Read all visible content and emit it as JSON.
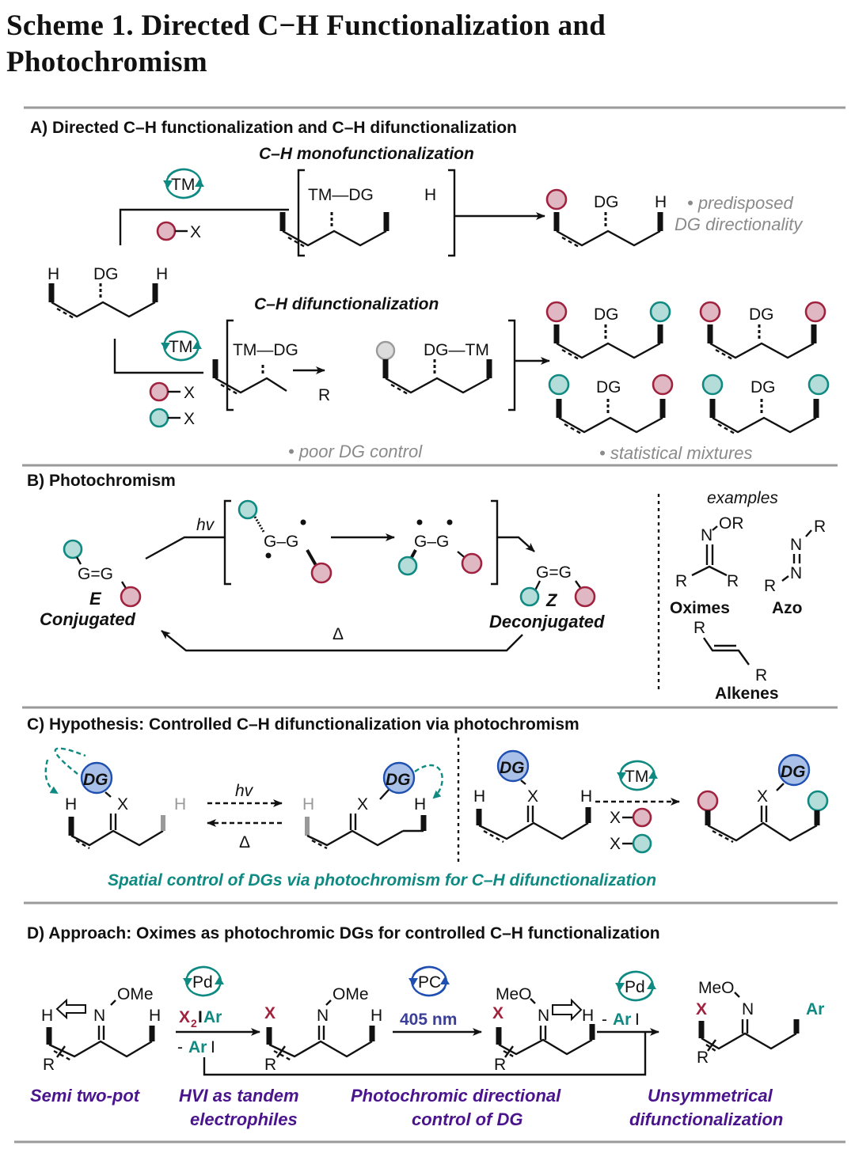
{
  "title": {
    "line1": "Scheme 1. Directed C−H Functionalization and",
    "line2": "Photochromism"
  },
  "colors": {
    "pink_group": "#dfb8c3",
    "pink_border": "#a0223f",
    "teal_group": "#b4dcd8",
    "teal_border": "#0f8a82",
    "dg_fill": "#a9c0e8",
    "dg_border": "#1f4fb0",
    "purple_text": "#4a148c",
    "grey_note": "#8a8a8a",
    "rule": "#9a9a9a"
  },
  "panelA": {
    "header": "A) Directed C–H functionalization and C–H difunctionalization",
    "mono_title": "C–H monofunctionalization",
    "di_title": "C–H difunctionalization",
    "catalyst": "TM",
    "reagent_x": "X",
    "tm_dg": "TM—DG",
    "dg_tm": "DG—TM",
    "dg": "DG",
    "h": "H",
    "r": "R",
    "note_mono_1": "• predisposed",
    "note_mono_2": "DG directionality",
    "note_poor": "• poor DG control",
    "note_stat": "• statistical mixtures"
  },
  "panelB": {
    "header": "B) Photochromism",
    "hv": "hv",
    "gg_double": "G=G",
    "gg_single": "G–G",
    "e_label": "E",
    "e_desc": "Conjugated",
    "z_label": "Z",
    "z_desc": "Deconjugated",
    "delta": "Δ",
    "examples_title": "examples",
    "oxime_or": "OR",
    "n": "N",
    "r": "R",
    "oximes": "Oximes",
    "azo": "Azo",
    "alkenes": "Alkenes"
  },
  "panelC": {
    "header": "C) Hypothesis: Controlled C–H difunctionalization via photochromism",
    "dg": "DG",
    "x": "X",
    "h": "H",
    "hv": "hv",
    "delta": "Δ",
    "catalyst": "TM",
    "caption": "Spatial control of DGs via photochromism for C–H difunctionalization"
  },
  "panelD": {
    "header": "D) Approach: Oximes as photochromic DGs for controlled C–H functionalization",
    "ome": "OMe",
    "meo": "MeO",
    "n": "N",
    "h": "H",
    "r": "R",
    "x": "X",
    "ar": "Ar",
    "cat_pd": "Pd",
    "cat_pc": "PC",
    "reagent_x2": "X",
    "reagent_sub": "2",
    "reagent_iar_i": "I",
    "reagent_iar_ar": "Ar",
    "minus": "- ",
    "ari_ar": "Ar",
    "ari_i": "I",
    "wavelength": "405 nm",
    "caption1": "Semi two-pot",
    "caption2_1": "HVI as tandem",
    "caption2_2": "electrophiles",
    "caption3_1": "Photochromic directional",
    "caption3_2": "control of DG",
    "caption4_1": "Unsymmetrical",
    "caption4_2": "difunctionalization"
  }
}
